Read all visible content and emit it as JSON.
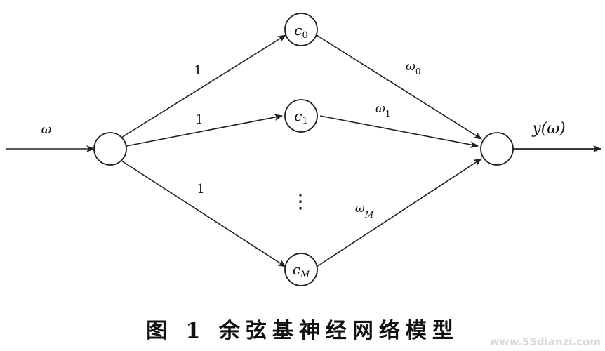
{
  "diagram": {
    "nodes": {
      "input": "",
      "hidden": [
        {
          "base": "c",
          "sub": "0"
        },
        {
          "base": "c",
          "sub": "1"
        },
        {
          "base": "c",
          "sub": "M"
        }
      ],
      "output": ""
    },
    "edge_labels": {
      "input": "ω",
      "hidden_weights": [
        "1",
        "1",
        "1"
      ],
      "output_weights": [
        {
          "base": "ω",
          "sub": "0"
        },
        {
          "base": "ω",
          "sub": "1"
        },
        {
          "base": "ω",
          "sub": "M"
        }
      ],
      "output": "y(ω)"
    },
    "ellipsis": "⋮"
  },
  "caption": "图 1  余弦基神经网络模型",
  "watermark": "www.55dianzi.com",
  "colors": {
    "stroke": "#222222",
    "watermark": "#d9d9d9"
  }
}
